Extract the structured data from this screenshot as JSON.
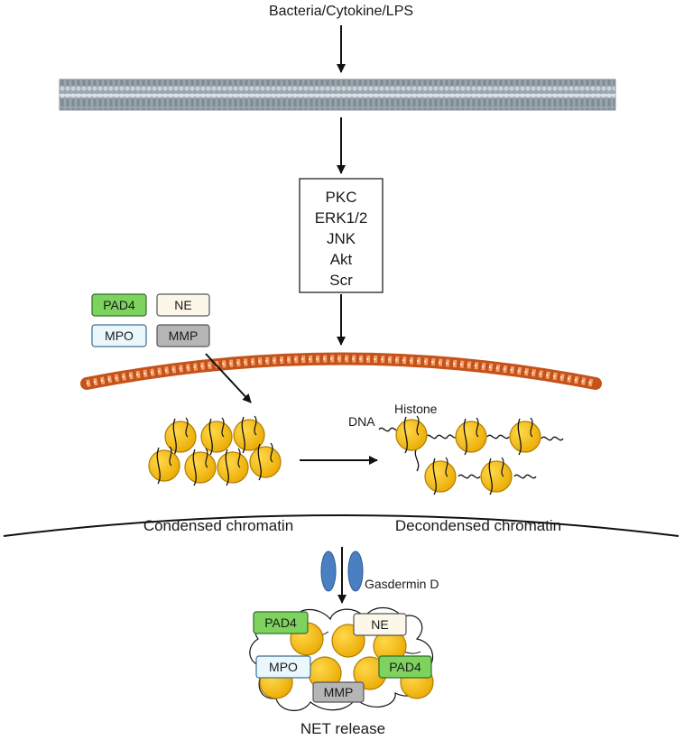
{
  "stimulus_label": "Bacteria/Cytokine/LPS",
  "kinases": [
    "PKC",
    "ERK1/2",
    "JNK",
    "Akt",
    "Scr"
  ],
  "enzymes": {
    "pad4": "PAD4",
    "ne": "NE",
    "mpo": "MPO",
    "mmp": "MMP"
  },
  "labels": {
    "dna": "DNA",
    "histone": "Histone",
    "condensed": "Condensed chromatin",
    "decondensed": "Decondensed chromatin",
    "gasdermin": "Gasdermin D",
    "net_release": "NET release"
  },
  "colors": {
    "pad4_fill": "#7ed35f",
    "ne_fill": "#fdf7ea",
    "mpo_fill": "#eaf8fd",
    "mmp_fill": "#b5b5b5",
    "histone_fill": "#f5c000",
    "gasdermin_fill": "#4a7fc1",
    "nuclear_envelope": "#d4611d"
  }
}
